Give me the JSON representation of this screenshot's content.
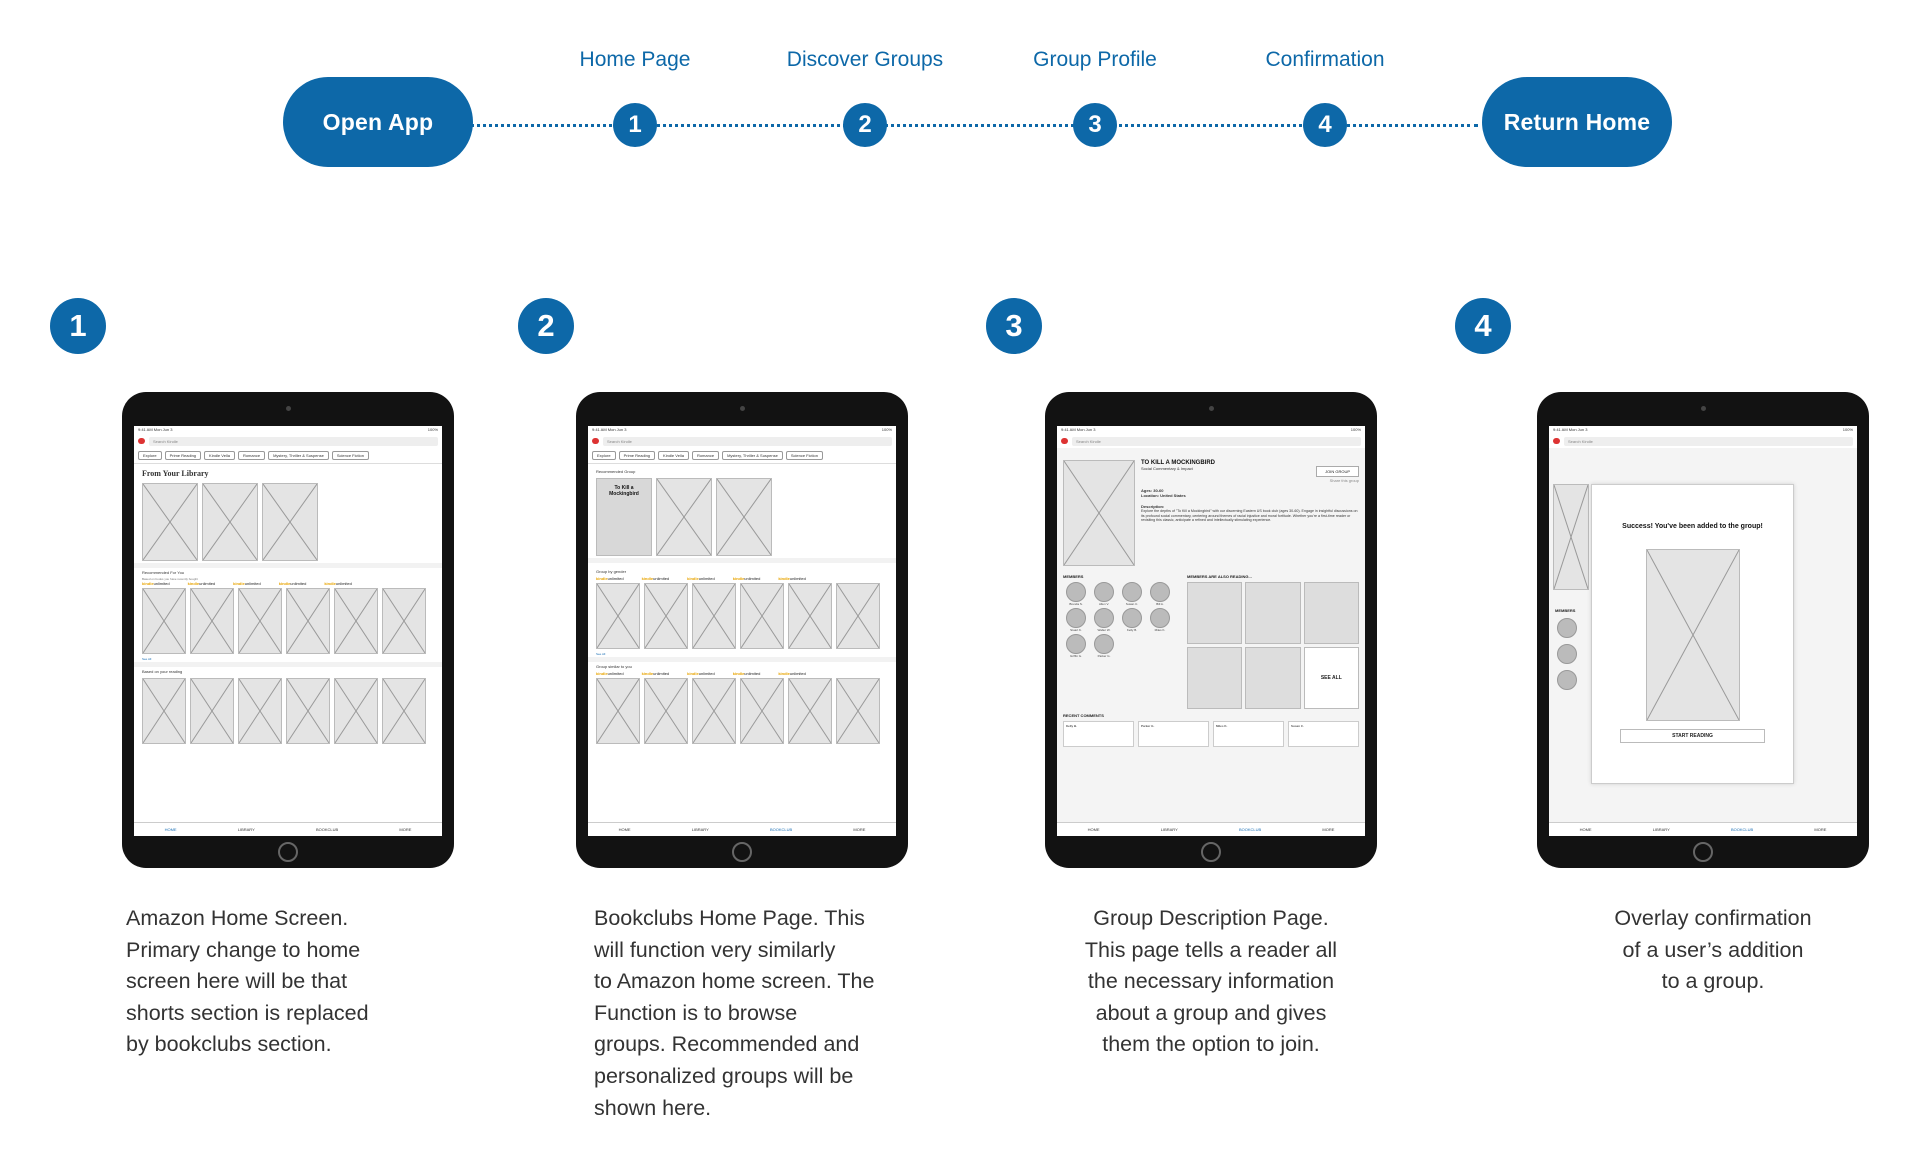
{
  "flow": {
    "start": "Open App",
    "end": "Return Home",
    "steps": [
      {
        "num": "1",
        "label": "Home Page"
      },
      {
        "num": "2",
        "label": "Discover Groups"
      },
      {
        "num": "3",
        "label": "Group Profile"
      },
      {
        "num": "4",
        "label": "Confirmation"
      }
    ]
  },
  "sections": [
    {
      "num": "1",
      "caption": [
        "Amazon Home Screen.",
        "Primary change to home",
        "screen here will be that",
        "shorts section is replaced",
        "by bookclubs section."
      ]
    },
    {
      "num": "2",
      "caption": [
        "Bookclubs Home Page. This",
        "will function very similarly",
        "to Amazon home screen. The",
        "Function is to browse",
        "groups. Recommended and",
        "personalized groups will be",
        "shown here."
      ]
    },
    {
      "num": "3",
      "caption": [
        "Group Description Page.",
        "This page tells a reader all",
        "the necessary information",
        "about a group and gives",
        "them the option to join."
      ]
    },
    {
      "num": "4",
      "caption": [
        "Overlay confirmation",
        "of a user’s addition",
        "to a group."
      ]
    }
  ],
  "screen": {
    "status_left": "9:41 AM   Mon Jun 3",
    "status_right": "100%",
    "search_placeholder": "Search Kindle",
    "chips": [
      "Explore",
      "Prime Reading",
      "Kindle Vella",
      "Romance",
      "Mystery, Thriller & Suspense",
      "Science Fiction"
    ],
    "ku_kindle": "kindle",
    "ku_unlimited": "unlimited",
    "see_all": "See All",
    "nav": {
      "home": "HOME",
      "library": "LIBRARY",
      "bookclub": "BOOKCLUB",
      "more": "MORE"
    }
  },
  "screen1": {
    "library_title": "From Your Library",
    "rec_title": "Recommended For You",
    "rec_sub": "Based on books you have recently bought",
    "based_title": "Based on your reading"
  },
  "screen2": {
    "rec_group": "Recommended Group",
    "featured": "To Kill a Mockingbird",
    "by_gender": "Group by gender",
    "similar": "Group similar to you"
  },
  "screen3": {
    "title": "TO KILL A MOCKINGBIRD",
    "subtitle": "Social Commentary & Impact",
    "ages": "Ages: 30-60",
    "location": "Location: United States",
    "join": "JOIN GROUP",
    "share": "Share this group",
    "desc_label": "Description:",
    "desc": "Explore the depths of \"To Kill a Mockingbird\" with our discerning Eastern US book club (ages 30-60). Engage in insightful discussions on its profound social commentary, centering around themes of racial injustice and moral fortitude. Whether you're a first-time reader or revisiting this classic, anticipate a refined and intellectually stimulating experience.",
    "members_label": "MEMBERS",
    "also_reading": "MEMBERS ARE ALSO READING...",
    "see_all": "SEE ALL",
    "members": [
      "Brenda S.",
      "Allen V.",
      "Susan C.",
      "Bill A.",
      "Stuart K.",
      "Walter W.",
      "Kelly B.",
      "Miles K.",
      "Griffin G.",
      "Parker G."
    ],
    "recent": "RECENT COMMENTS",
    "commenters": [
      "Kelly B.",
      "Parker G.",
      "Miles K.",
      "Susan C."
    ]
  },
  "screen4": {
    "success": "Success! You've been added to the group!",
    "start": "START READING"
  },
  "colors": {
    "accent": "#0d68a8"
  }
}
